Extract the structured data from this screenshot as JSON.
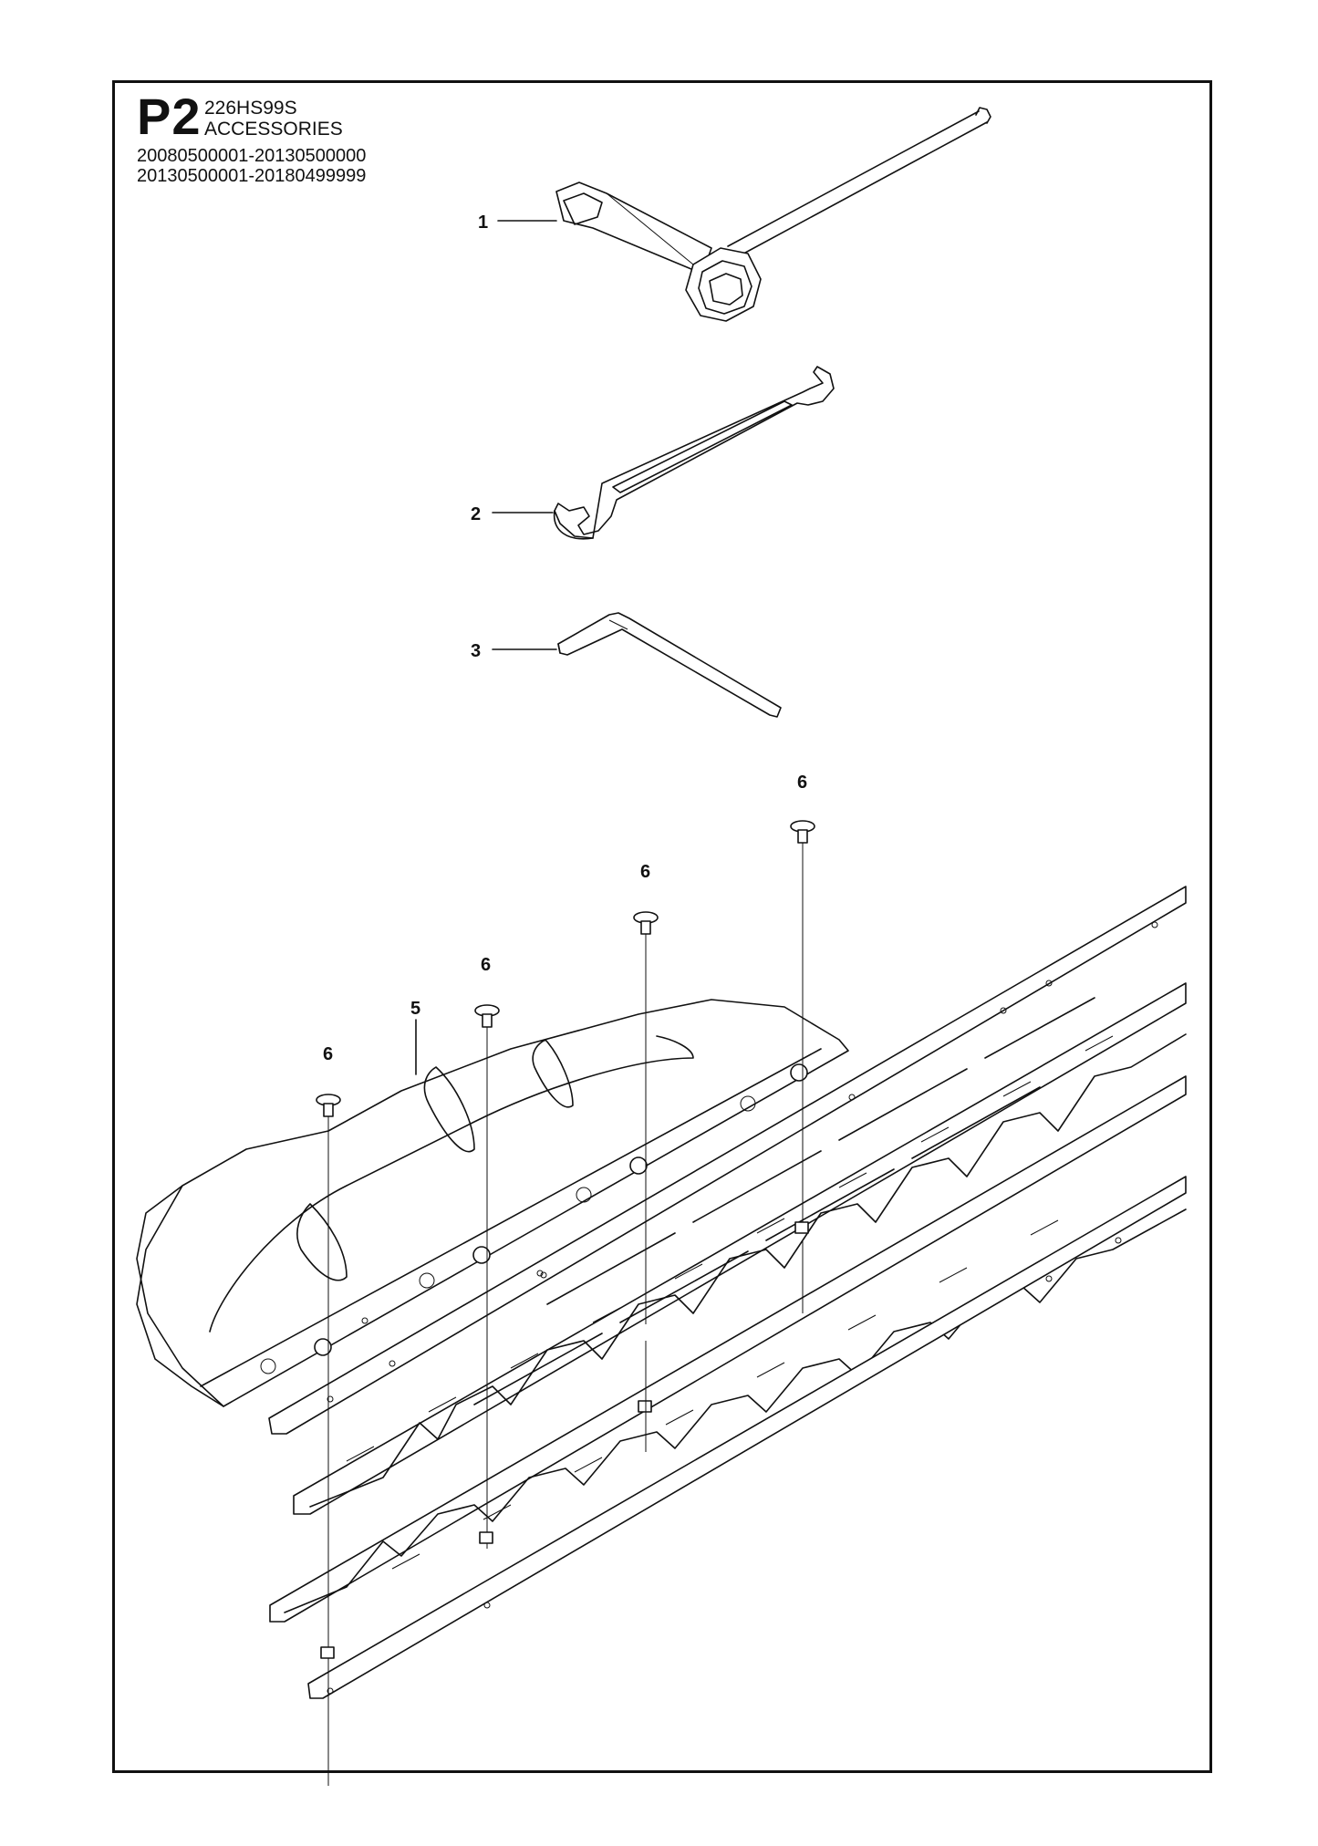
{
  "header": {
    "code": "P2",
    "model": "226HS99S",
    "title": "ACCESSORIES",
    "serial_ranges": [
      "20080500001-20130500000",
      "20130500001-20180499999"
    ]
  },
  "callouts": {
    "tool_1": "1",
    "tool_2": "2",
    "tool_3": "3",
    "guard": "5",
    "screw_a": "6",
    "screw_b": "6",
    "screw_c": "6",
    "screw_d": "6"
  }
}
